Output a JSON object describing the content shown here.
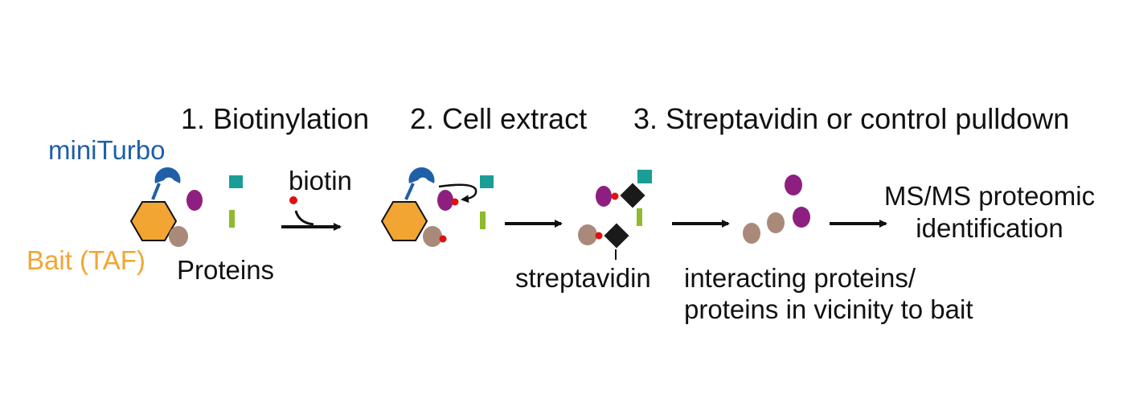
{
  "steps": {
    "step1": "1. Biotinylation",
    "step2": "2. Cell extract",
    "step3": "3. Streptavidin or control pulldown"
  },
  "labels": {
    "miniturbo": "miniTurbo",
    "bait": "Bait (TAF)",
    "proteins": "Proteins",
    "biotin": "biotin",
    "streptavidin": "streptavidin",
    "interacting_line1": "interacting proteins/",
    "interacting_line2": "proteins in vicinity to bait",
    "ms_line1": "MS/MS proteomic",
    "ms_line2": "identification"
  },
  "colors": {
    "miniturbo": "#1f5fa8",
    "bait": "#f2a533",
    "purple_protein": "#8e1f80",
    "brown_protein": "#a98a7a",
    "teal_protein": "#1a9e95",
    "green_protein": "#8dbb2c",
    "biotin": "#e01010",
    "streptavidin": "#1a1a1a"
  }
}
